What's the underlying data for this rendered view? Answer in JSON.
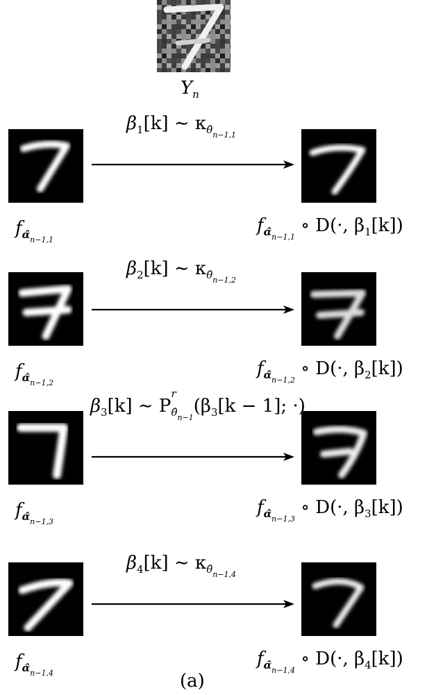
{
  "observation": {
    "label_symbol": "Y",
    "label_sub": "n"
  },
  "rows": [
    {
      "arrow_beta": "β",
      "arrow_beta_sub": "1",
      "arrow_rest": "[k] ∼ κ",
      "arrow_kappa_sub": "θ̂",
      "arrow_kappa_sub2": "n−1,1",
      "left_f": "f",
      "left_sub": "α̂",
      "left_sub2": "n−1,1",
      "right_f": "f",
      "right_sub": "α̂",
      "right_sub2": "n−1,1",
      "right_rest": " ∘ D(·, β",
      "right_beta_sub": "1",
      "right_close": "[k])"
    },
    {
      "arrow_beta": "β",
      "arrow_beta_sub": "2",
      "arrow_rest": "[k] ∼ κ",
      "arrow_kappa_sub": "θ̂",
      "arrow_kappa_sub2": "n−1,2",
      "left_f": "f",
      "left_sub": "α̂",
      "left_sub2": "n−1,2",
      "right_f": "f",
      "right_sub": "α̂",
      "right_sub2": "n−1,2",
      "right_rest": " ∘ D(·, β",
      "right_beta_sub": "2",
      "right_close": "[k])"
    },
    {
      "arrow_beta": "β",
      "arrow_beta_sub": "3",
      "arrow_rest": "[k] ∼ P",
      "arrow_p_sup": "r",
      "arrow_kappa_sub": "θ̂",
      "arrow_kappa_sub2": "n−1",
      "arrow_tail": "(β",
      "arrow_tail_sub": "3",
      "arrow_tail_close": "[k − 1]; ·)",
      "left_f": "f",
      "left_sub": "α̂",
      "left_sub2": "n−1,3",
      "right_f": "f",
      "right_sub": "α̂",
      "right_sub2": "n−1,3",
      "right_rest": " ∘ D(·, β",
      "right_beta_sub": "3",
      "right_close": "[k])"
    },
    {
      "arrow_beta": "β",
      "arrow_beta_sub": "4",
      "arrow_rest": "[k] ∼ κ",
      "arrow_kappa_sub": "θ̂",
      "arrow_kappa_sub2": "n−1,4",
      "left_f": "f",
      "left_sub": "α̂",
      "left_sub2": "n−1,4",
      "right_f": "f",
      "right_sub": "α̂",
      "right_sub2": "n−1,4",
      "right_rest": " ∘ D(·, β",
      "right_beta_sub": "4",
      "right_close": "[k])"
    }
  ],
  "caption": "(a)"
}
